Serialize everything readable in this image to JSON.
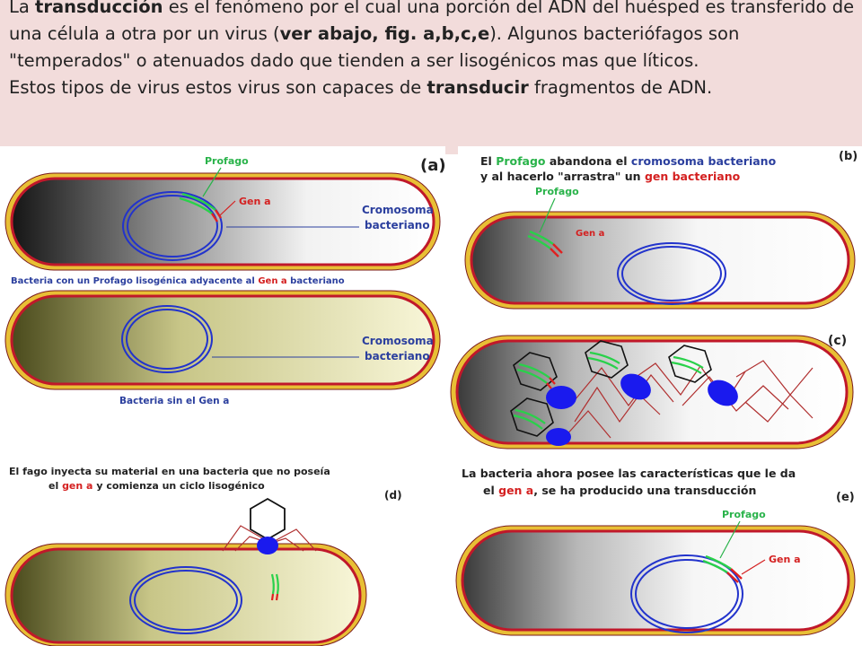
{
  "header": {
    "p1_pre": "La ",
    "p1_b1": "transducción",
    "p1_mid": " es el fenómeno por el cual una porción del ADN del huésped es transferido de una célula a otra por un virus (",
    "p1_b2": "ver abajo, fig. a,b,c,e",
    "p1_post": "). Algunos bacteriófagos son \"temperados\" o atenuados dado que tienden a ser lisogénicos mas que líticos.",
    "p2_pre": "Estos tipos de virus estos virus son capaces de ",
    "p2_b": "transducir",
    "p2_post": " fragmentos de ADN."
  },
  "panel_a": {
    "tag": "(a)",
    "profago": "Profago",
    "gen_a": "Gen a",
    "cromosoma_1": "Cromosoma",
    "bacteriano_1": "bacteriano",
    "caption_1_pre": "Bacteria  con un Profago lisogénica adyacente al ",
    "caption_1_gen": "Gen a",
    "caption_1_post": " bacteriano",
    "cromosoma_2": "Cromosoma",
    "bacteriano_2": "bacteriano",
    "caption_2": "Bacteria  sin el Gen a"
  },
  "panel_b": {
    "tag": "(b)",
    "line1_pre": "El ",
    "line1_profago": "Profago",
    "line1_mid": " abandona el ",
    "line1_crom": "cromosoma bacteriano",
    "line2_pre": "y al hacerlo \"arrastra\" un ",
    "line2_gen": "gen bacteriano",
    "profago": "Profago",
    "gen_a": "Gen a"
  },
  "panel_c": {
    "tag": "(c)"
  },
  "panel_d": {
    "tag": "(d)",
    "line1": "El  fago inyecta su material en una bacteria que no poseía",
    "line2_pre": "el ",
    "line2_gen": "gen a",
    "line2_post": " y comienza un ciclo lisogénico"
  },
  "panel_e": {
    "tag": "(e)",
    "line1": "La bacteria ahora posee las características que le da",
    "line2_pre": "el ",
    "line2_gen": "gen a",
    "line2_post": ", se ha producido una transducción",
    "profago": "Profago",
    "gen_a": "Gen a"
  },
  "colors": {
    "header_bg": "#f2dcdb",
    "label_blue": "#2b3f9e",
    "label_red": "#d42020",
    "label_green": "#29b34a",
    "membrane": "#c0182a",
    "wall": "#e2b42a",
    "chromosome": "#2233cc",
    "phage_tail": "#b03030"
  }
}
